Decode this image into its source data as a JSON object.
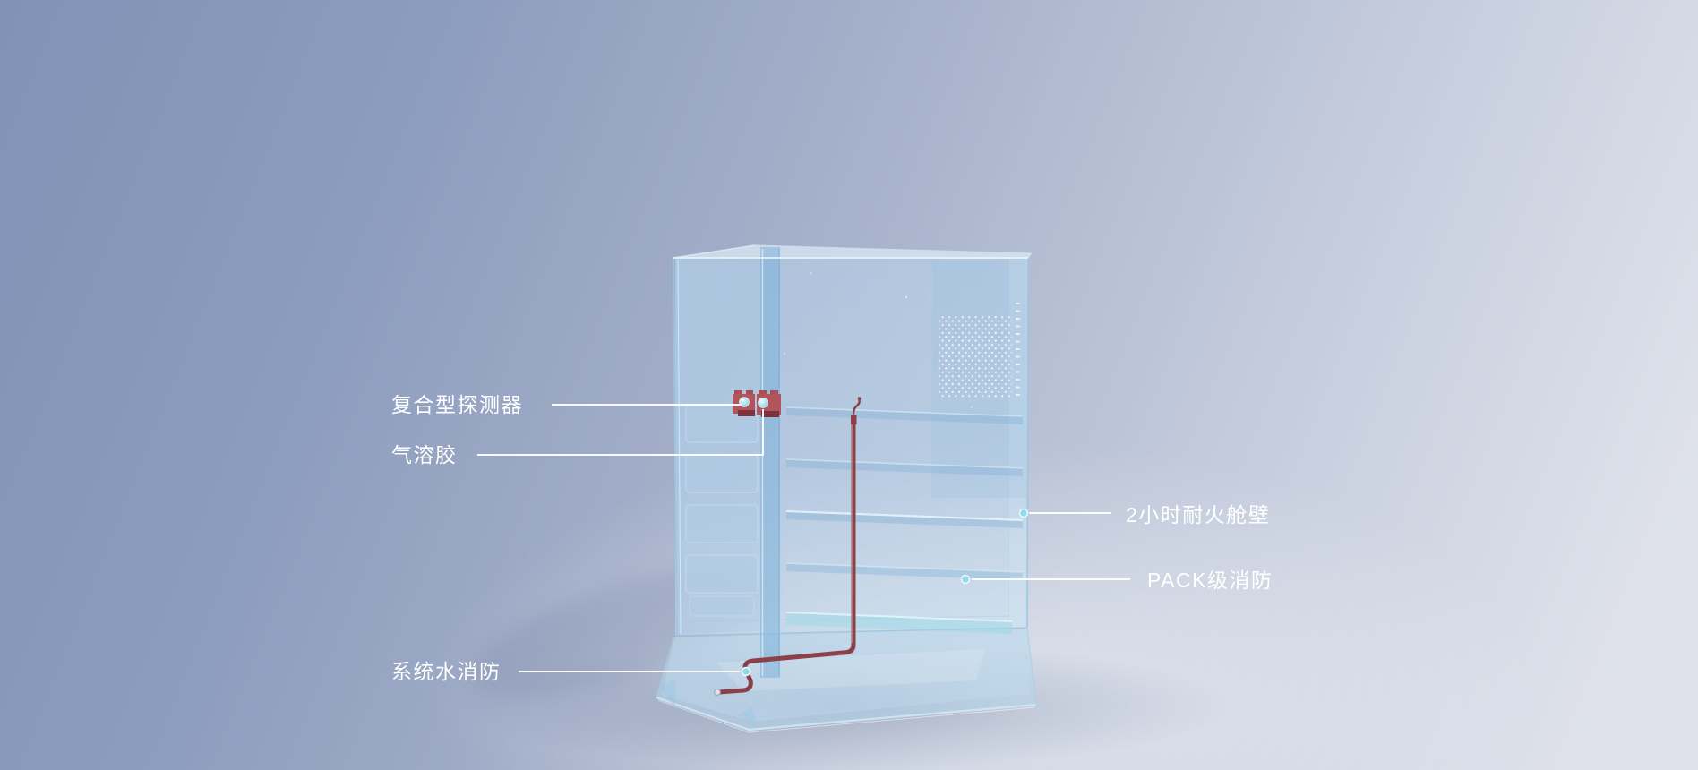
{
  "background": {
    "gradient_top_left": "#8092b6",
    "gradient_bottom_right": "#e0e3ea"
  },
  "diagram": {
    "subject": "transparent battery cabinet fire-protection cutaway",
    "glass_color": "#b7d4ec",
    "glass_edge_color": "#9cc6e4",
    "pipe_color": "#8c4149",
    "detector_color": "#b2545b",
    "detector_shadow_color": "#7d333b",
    "sensor_ball_color": "#7ccfe4",
    "marker_color": "#8edcec",
    "leader_color": "#ffffff",
    "label_color": "#ffffff",
    "vent_dot_color": "#ffffff",
    "teal_shelf_color": "#9ed8e8"
  },
  "callouts": [
    {
      "id": "composite-detector",
      "label": "复合型探测器"
    },
    {
      "id": "aerosol",
      "label": "气溶胶"
    },
    {
      "id": "fireproof-bulkhead-2h",
      "label": "2小时耐火舱壁"
    },
    {
      "id": "pack-level-fire-protection",
      "label": "PACK级消防"
    },
    {
      "id": "system-water-fire-protection",
      "label": "系统水消防"
    }
  ]
}
